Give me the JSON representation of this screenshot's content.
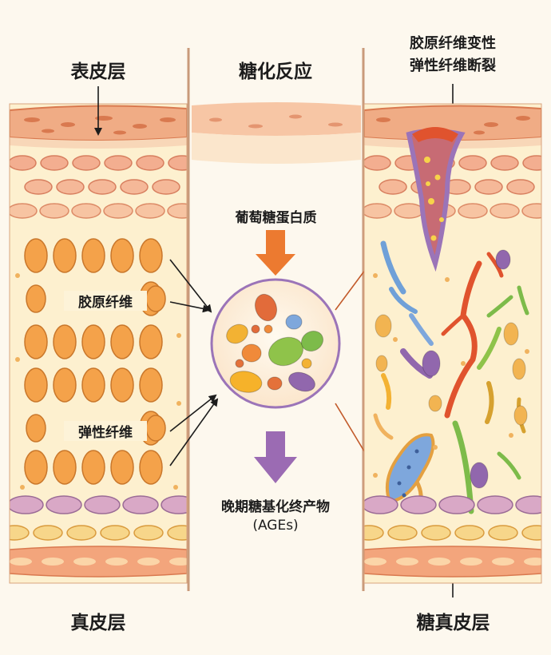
{
  "panels": {
    "left": {
      "title_top": "表皮层",
      "title_bottom": "真皮层",
      "collagen_label": "胶原纤维",
      "elastin_label": "弹性纤维"
    },
    "middle": {
      "title_top": "糖化反应",
      "input_label": "葡萄糖蛋白质",
      "output_label_line1": "晚期糖基化终产物",
      "output_label_line2": "(AGEs)"
    },
    "right": {
      "title_top_line1": "胶原纤维变性",
      "title_top_line2": "弹性纤维断裂",
      "title_bottom": "糖真皮层"
    }
  },
  "colors": {
    "background": "#fdf8ee",
    "epidermis": "#f2b28d",
    "dermis": "#fdf0cf",
    "collagen": "#f4a24a",
    "arrow_orange": "#ec7a30",
    "arrow_purple": "#9b6bb3"
  }
}
